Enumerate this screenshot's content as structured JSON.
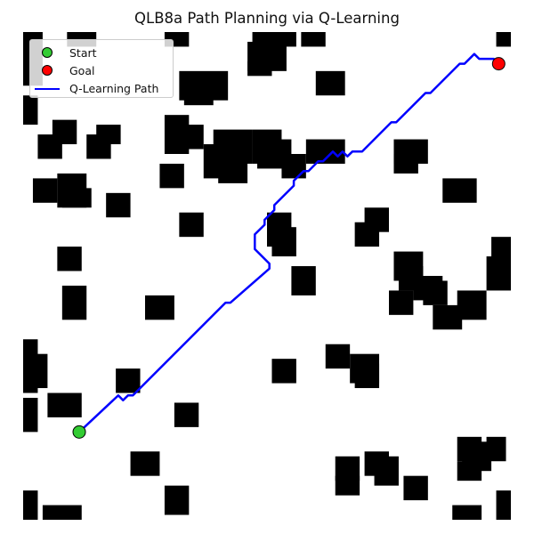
{
  "chart_data": {
    "type": "scatter",
    "title": "QLB8a Path Planning via Q-Learning",
    "xlabel": "",
    "ylabel": "",
    "xlim": [
      0,
      100
    ],
    "ylim": [
      100,
      0
    ],
    "grid": false,
    "axes_visible": false,
    "legend_position": "top-left",
    "colors": {
      "obstacle": "#000000",
      "free": "#ffffff",
      "path": "#0000ff",
      "start": "#33cc33",
      "goal": "#ff0000"
    },
    "legend": [
      {
        "label": "Start",
        "kind": "marker",
        "color": "#33cc33"
      },
      {
        "label": "Goal",
        "kind": "marker",
        "color": "#ff0000"
      },
      {
        "label": "Q-Learning Path",
        "kind": "line",
        "color": "#0000ff"
      }
    ],
    "start": [
      11.5,
      82
    ],
    "goal": [
      97.5,
      6.5
    ],
    "obstacles": [
      [
        0,
        0,
        4,
        11
      ],
      [
        9,
        0,
        6,
        3
      ],
      [
        29,
        0,
        5,
        3
      ],
      [
        47,
        0,
        9,
        3
      ],
      [
        57,
        0,
        5,
        3
      ],
      [
        97,
        0,
        3,
        3
      ],
      [
        46,
        2,
        8,
        6
      ],
      [
        46,
        6,
        5,
        3
      ],
      [
        32,
        8,
        10,
        6
      ],
      [
        33,
        12,
        6,
        3
      ],
      [
        60,
        8,
        6,
        5
      ],
      [
        0,
        13,
        3,
        6
      ],
      [
        6,
        18,
        5,
        5
      ],
      [
        3,
        21,
        5,
        5
      ],
      [
        13,
        21,
        5,
        5
      ],
      [
        15,
        19,
        5,
        4
      ],
      [
        29,
        17,
        5,
        8
      ],
      [
        30,
        19,
        7,
        5
      ],
      [
        39,
        20,
        8,
        7
      ],
      [
        37,
        23,
        6,
        7
      ],
      [
        40,
        26,
        6,
        5
      ],
      [
        47,
        20,
        6,
        7
      ],
      [
        48,
        22,
        7,
        6
      ],
      [
        53,
        25,
        5,
        5
      ],
      [
        58,
        22,
        8,
        5
      ],
      [
        76,
        22,
        7,
        5
      ],
      [
        76,
        25,
        5,
        4
      ],
      [
        2,
        30,
        5,
        5
      ],
      [
        7,
        29,
        6,
        7
      ],
      [
        8,
        32,
        6,
        4
      ],
      [
        28,
        27,
        5,
        5
      ],
      [
        17,
        33,
        5,
        5
      ],
      [
        86,
        30,
        7,
        5
      ],
      [
        32,
        37,
        5,
        5
      ],
      [
        50,
        37,
        5,
        7
      ],
      [
        51,
        40,
        5,
        6
      ],
      [
        70,
        36,
        5,
        5
      ],
      [
        68,
        39,
        5,
        5
      ],
      [
        7,
        44,
        5,
        5
      ],
      [
        55,
        48,
        5,
        6
      ],
      [
        76,
        45,
        6,
        6
      ],
      [
        77,
        48,
        5,
        5
      ],
      [
        80,
        50,
        6,
        5
      ],
      [
        82,
        51,
        5,
        5
      ],
      [
        75,
        53,
        5,
        5
      ],
      [
        84,
        56,
        6,
        5
      ],
      [
        89,
        53,
        6,
        6
      ],
      [
        96,
        42,
        4,
        7
      ],
      [
        95,
        46,
        5,
        7
      ],
      [
        8,
        52,
        5,
        7
      ],
      [
        25,
        54,
        6,
        5
      ],
      [
        0,
        63,
        3,
        5
      ],
      [
        0,
        66,
        5,
        7
      ],
      [
        0,
        71,
        3,
        3
      ],
      [
        19,
        69,
        5,
        5
      ],
      [
        62,
        64,
        5,
        5
      ],
      [
        51,
        67,
        5,
        5
      ],
      [
        67,
        66,
        6,
        6
      ],
      [
        68,
        68,
        5,
        5
      ],
      [
        5,
        74,
        7,
        5
      ],
      [
        31,
        76,
        5,
        5
      ],
      [
        0,
        75,
        3,
        7
      ],
      [
        22,
        86,
        6,
        5
      ],
      [
        89,
        83,
        5,
        5
      ],
      [
        90,
        84,
        6,
        6
      ],
      [
        89,
        88,
        5,
        4
      ],
      [
        95,
        83,
        4,
        5
      ],
      [
        64,
        87,
        5,
        5
      ],
      [
        64,
        91,
        5,
        4
      ],
      [
        70,
        86,
        5,
        5
      ],
      [
        72,
        87,
        5,
        6
      ],
      [
        78,
        91,
        5,
        5
      ],
      [
        29,
        93,
        5,
        6
      ],
      [
        0,
        94,
        3,
        6
      ],
      [
        4,
        97,
        8,
        3
      ],
      [
        88,
        97,
        6,
        3
      ],
      [
        97,
        94,
        3,
        6
      ]
    ],
    "path": [
      [
        11.5,
        82
      ],
      [
        19.5,
        74.5
      ],
      [
        20.5,
        75.5
      ],
      [
        21.5,
        74.5
      ],
      [
        22.5,
        74.5
      ],
      [
        41.5,
        55.5
      ],
      [
        42.5,
        55.5
      ],
      [
        50.5,
        48.5
      ],
      [
        50.5,
        47.5
      ],
      [
        47.5,
        44.5
      ],
      [
        47.5,
        41.5
      ],
      [
        49.5,
        39.5
      ],
      [
        49.5,
        38.5
      ],
      [
        51.5,
        36.5
      ],
      [
        51.5,
        35.5
      ],
      [
        55.5,
        31.5
      ],
      [
        55.5,
        30.5
      ],
      [
        57.5,
        28.5
      ],
      [
        58.5,
        28.5
      ],
      [
        60.5,
        26.5
      ],
      [
        61.5,
        26.5
      ],
      [
        63.5,
        24.5
      ],
      [
        64.5,
        25.5
      ],
      [
        65.5,
        24.5
      ],
      [
        66.5,
        25.5
      ],
      [
        67.5,
        24.5
      ],
      [
        69.5,
        24.5
      ],
      [
        75.5,
        18.5
      ],
      [
        76.5,
        18.5
      ],
      [
        82.5,
        12.5
      ],
      [
        83.5,
        12.5
      ],
      [
        89.5,
        6.5
      ],
      [
        90.5,
        6.5
      ],
      [
        92.5,
        4.5
      ],
      [
        93.5,
        5.5
      ],
      [
        96.5,
        5.5
      ],
      [
        97.5,
        6.5
      ]
    ]
  }
}
